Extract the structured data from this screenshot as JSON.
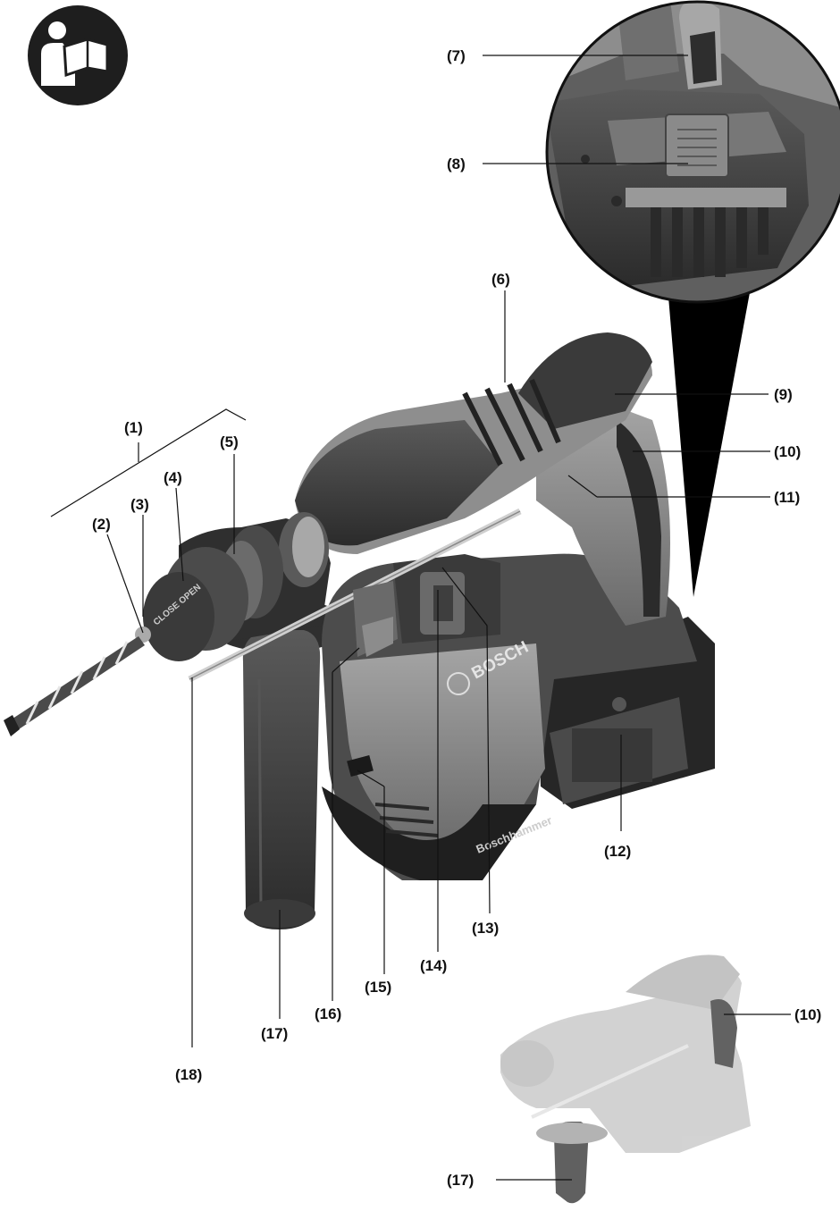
{
  "manual_icon": {
    "name": "read-manual-icon"
  },
  "brand": {
    "logo_text": "BOSCH",
    "product_marking": "Boschhammer",
    "chuck_marking": "CLOSE OPEN"
  },
  "callouts": [
    {
      "id": "c1",
      "text": "(1)"
    },
    {
      "id": "c2",
      "text": "(2)"
    },
    {
      "id": "c3",
      "text": "(3)"
    },
    {
      "id": "c4",
      "text": "(4)"
    },
    {
      "id": "c5",
      "text": "(5)"
    },
    {
      "id": "c6",
      "text": "(6)"
    },
    {
      "id": "c7",
      "text": "(7)"
    },
    {
      "id": "c8",
      "text": "(8)"
    },
    {
      "id": "c9",
      "text": "(9)"
    },
    {
      "id": "c10",
      "text": "(10)"
    },
    {
      "id": "c11",
      "text": "(11)"
    },
    {
      "id": "c12",
      "text": "(12)"
    },
    {
      "id": "c13",
      "text": "(13)"
    },
    {
      "id": "c14",
      "text": "(14)"
    },
    {
      "id": "c15",
      "text": "(15)"
    },
    {
      "id": "c16",
      "text": "(16)"
    },
    {
      "id": "c17",
      "text": "(17)"
    },
    {
      "id": "c18",
      "text": "(18)"
    },
    {
      "id": "c10b",
      "text": "(10)"
    },
    {
      "id": "c17b",
      "text": "(17)"
    }
  ],
  "colors": {
    "housing_dark": "#3a3a3a",
    "housing_mid": "#6d6d6d",
    "housing_light": "#9a9a9a",
    "ink": "#111111"
  }
}
